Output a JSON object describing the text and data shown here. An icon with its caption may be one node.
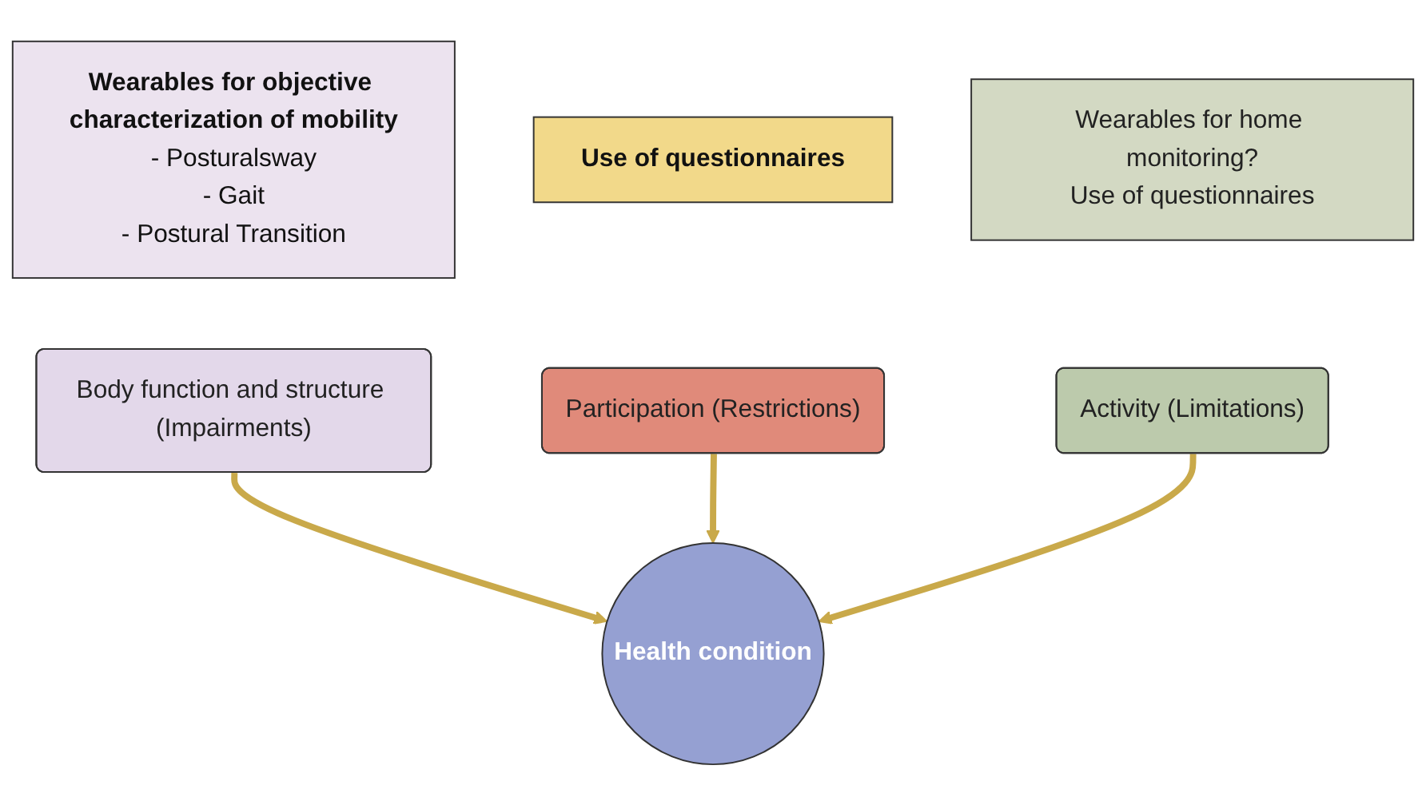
{
  "diagram": {
    "nodes": [
      {
        "text": [
          "Wearables for objective characterization of mobility",
          "- Posturalsway",
          "- Gait",
          "- Postural Transition"
        ]
      },
      {
        "text": [
          "Use of questionnaires"
        ]
      },
      {
        "text": [
          "Participation (Restrictions)"
        ]
      },
      {
        "text": [
          "Wearables for home monitoring?",
          "Use of questionnaires"
        ]
      },
      {
        "text": [
          "Body function and structure (Impairments)"
        ]
      },
      {
        "text": [
          "Activity (Limitations)"
        ]
      },
      {
        "text": [
          "Health condition"
        ]
      }
    ],
    "edges": [
      {
        "from": 4,
        "to": 6,
        "arrow": "to"
      },
      {
        "from": 2,
        "to": 6,
        "arrow": "to"
      },
      {
        "from": 5,
        "to": 6,
        "arrow": "to"
      }
    ]
  }
}
